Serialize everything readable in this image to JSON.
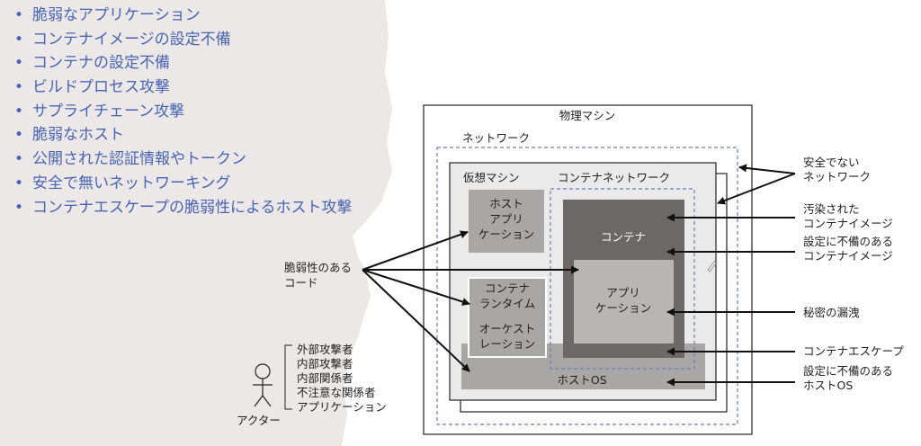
{
  "bullets": [
    "脆弱なアプリケーション",
    "コンテナイメージの設定不備",
    "コンテナの設定不備",
    "ビルドプロセス攻撃",
    "サプライチェーン攻撃",
    "脆弱なホスト",
    "公開された認証情報やトークン",
    "安全で無いネットワーキング",
    "コンテナエスケープの脆弱性によるホスト攻撃"
  ],
  "bullet_symbol": "•",
  "diagram": {
    "physical_machine": "物理マシン",
    "network": "ネットワーク",
    "virtual_machine": "仮想マシン",
    "container_network": "コンテナネットワーク",
    "host_app": [
      "ホスト",
      "アプリ",
      "ケーション"
    ],
    "container": "コンテナ",
    "runtime": [
      "コンテナ",
      "ランタイム"
    ],
    "orchestration": [
      "オーケスト",
      "レーション"
    ],
    "app": [
      "アプリ",
      "ケーション"
    ],
    "host_os": "ホストOS",
    "vuln_code": [
      "脆弱性のある",
      "コード"
    ],
    "actors": [
      "外部攻撃者",
      "内部攻撃者",
      "内部関係者",
      "不注意な関係者",
      "アプリケーション"
    ],
    "actor_label": "アクター",
    "right_labels": {
      "insecure_network": [
        "安全でない",
        "ネットワーク"
      ],
      "tainted_image": [
        "汚染された",
        "コンテナイメージ"
      ],
      "misconfigured_image": [
        "設定に不備のある",
        "コンテナイメージ"
      ],
      "secret_leak": [
        "秘密の漏洩"
      ],
      "container_escape": [
        "コンテナエスケープ"
      ],
      "misconfigured_host": [
        "設定に不備のある",
        "ホストOS"
      ]
    }
  },
  "colors": {
    "bullet_text": "#4a64b4",
    "torn_paper": "#ebe8e7",
    "box_gray": "#a9a6a6",
    "container_dark": "#6b6867",
    "app_light": "#b8b5b5",
    "network_dash": "#6b7fb8"
  }
}
